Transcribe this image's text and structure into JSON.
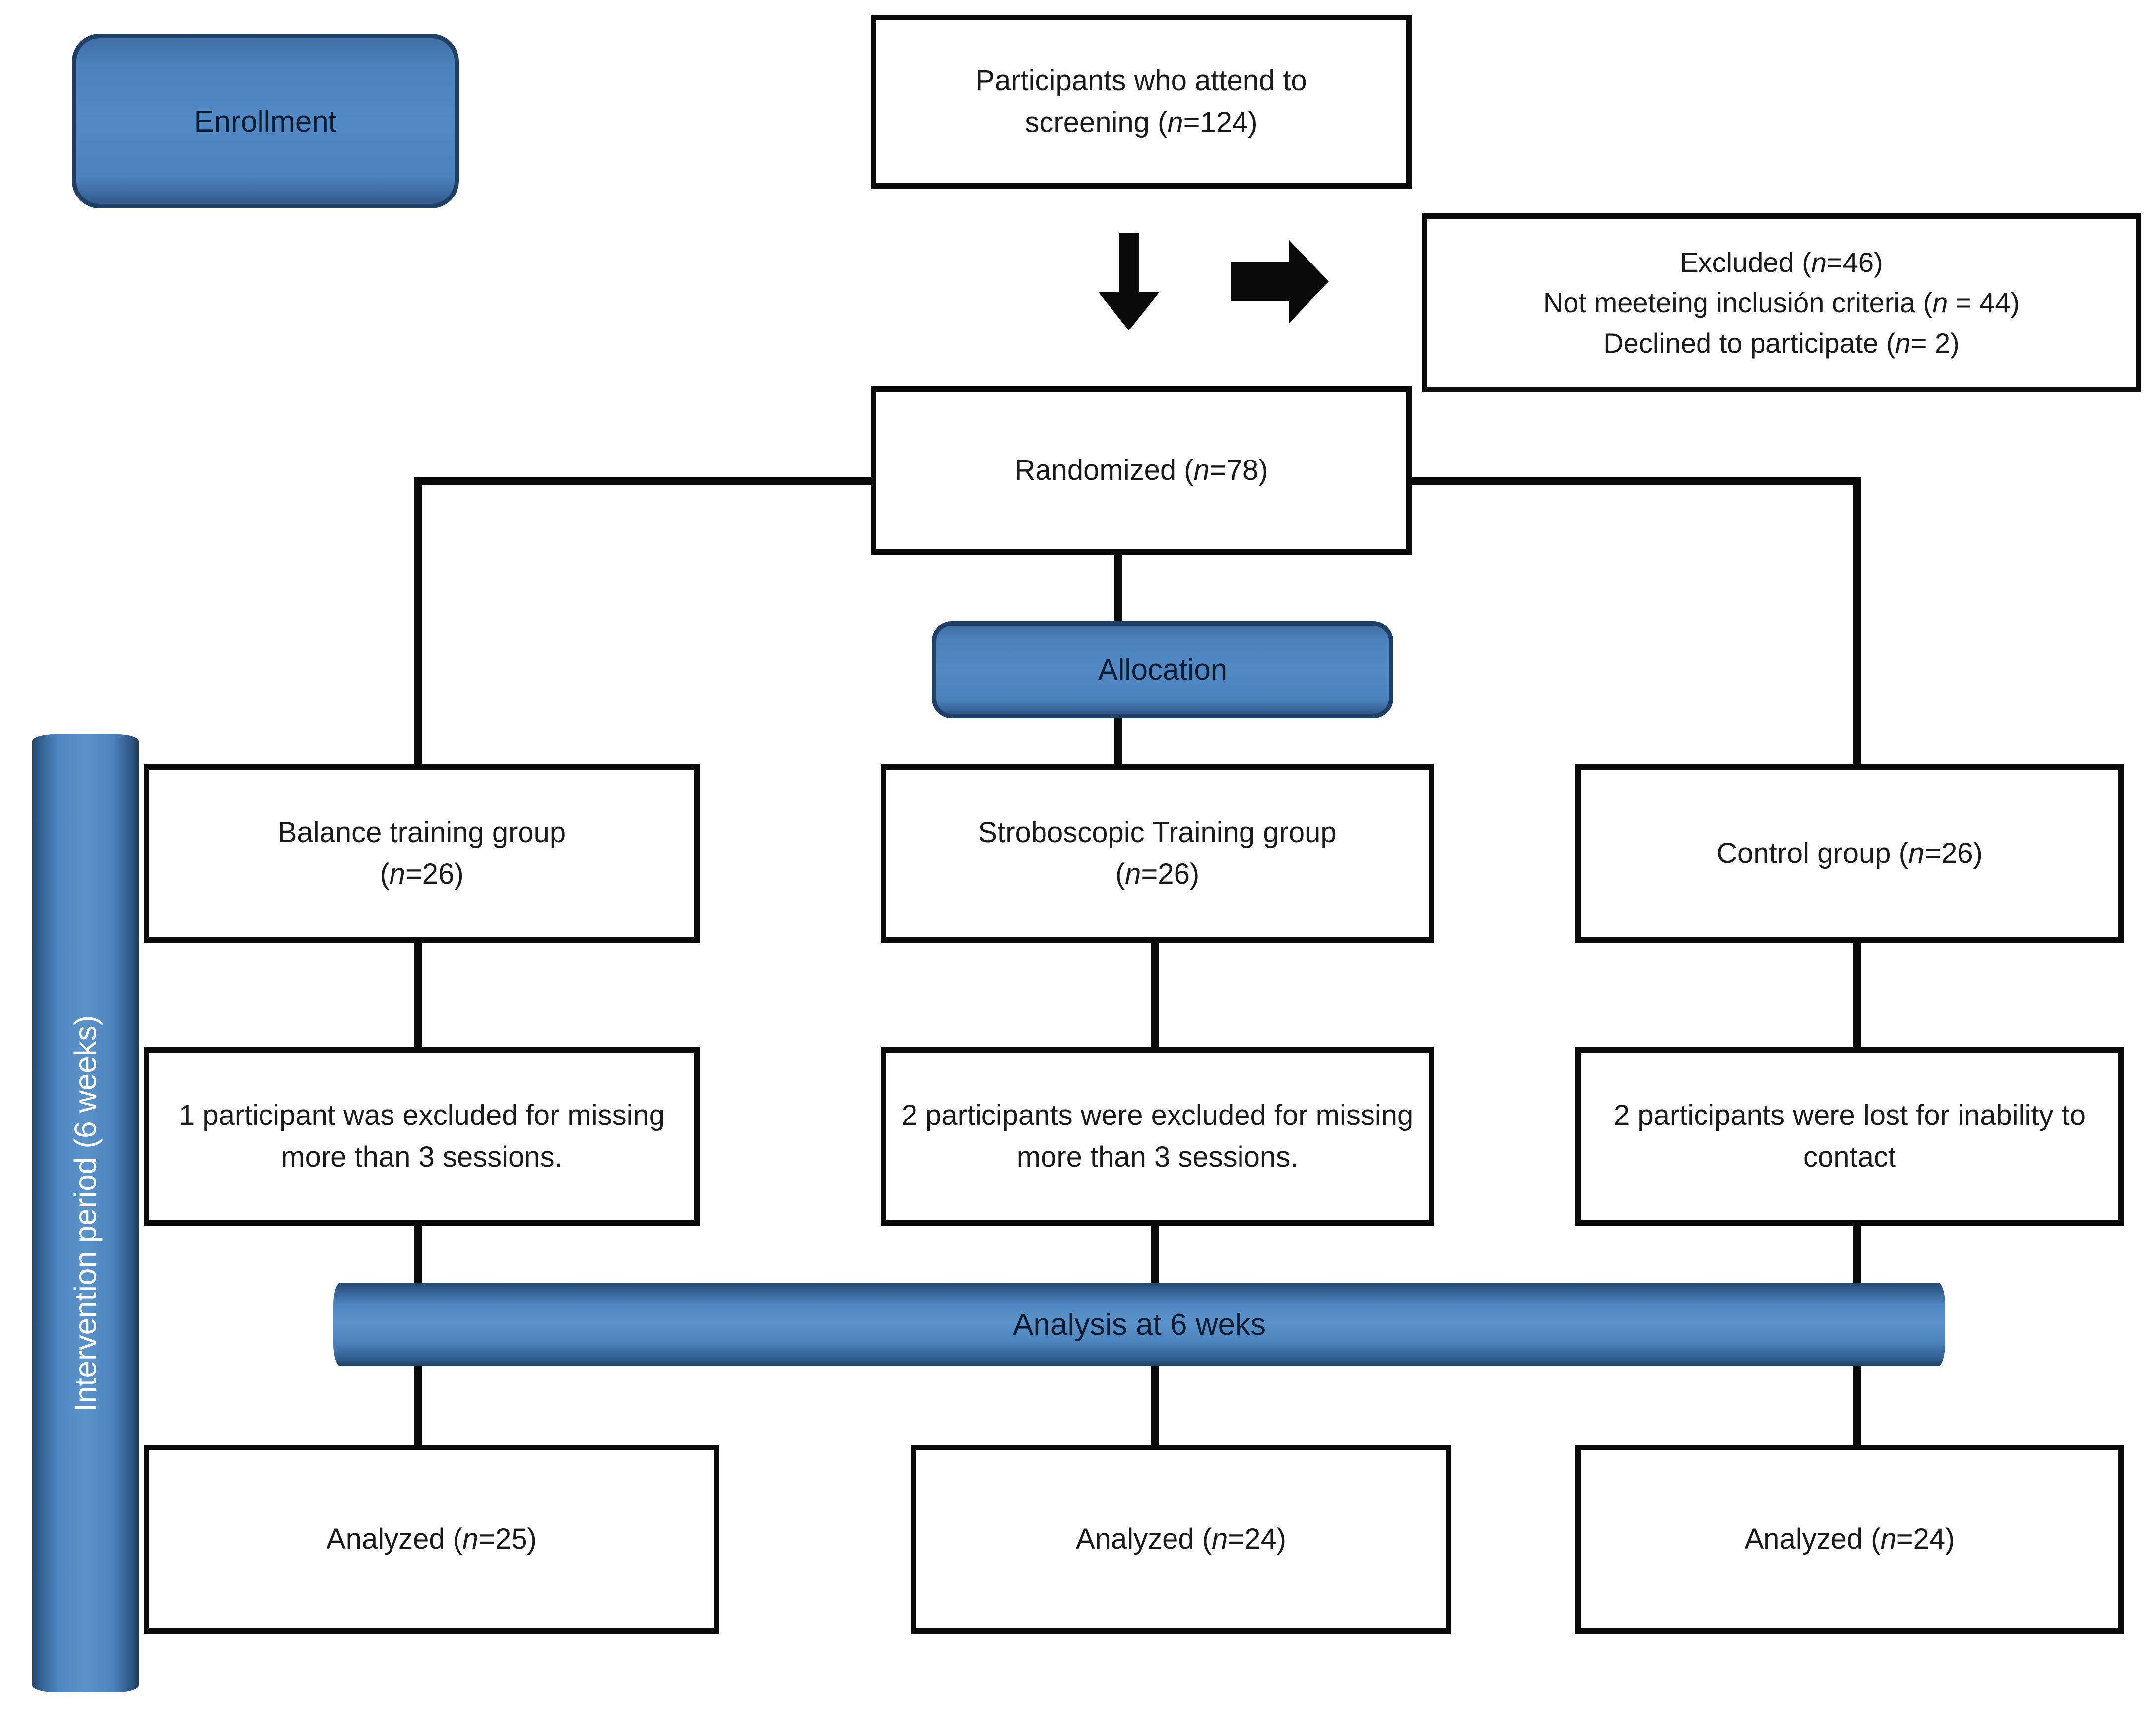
{
  "diagram": {
    "title": "CONSORT participant flow diagram",
    "colors": {
      "badge_fill": "#4a82bd",
      "badge_border": "#1f3f66",
      "box_border": "#0a0a0a",
      "box_fill": "#ffffff",
      "badge_text": "#0d1b2e",
      "bar_text_white": "#ffffff"
    }
  },
  "stages": {
    "enrollment_label": "Enrollment",
    "allocation_label": "Allocation",
    "analysis_label": "Analysis at 6 weks",
    "intervention_label": "Intervention period (6 weeks)"
  },
  "boxes": {
    "screening": {
      "line1": "Participants who attend to",
      "line2_pre": "screening (",
      "line2_n": "n",
      "line2_post": "=124)"
    },
    "excluded": {
      "line1_pre": "Excluded (",
      "line1_n": "n",
      "line1_post": "=46)",
      "line2_pre": "Not meeteing  inclusión criteria (",
      "line2_n": "n",
      "line2_post": " = 44)",
      "line3_pre": "Declined to participate (",
      "line3_n": "n",
      "line3_post": "= 2)"
    },
    "randomized": {
      "pre": "Randomized (",
      "n": "n",
      "post": "=78)"
    },
    "group_left": {
      "line1": "Balance training group",
      "line2_pre": "(",
      "line2_n": "n",
      "line2_post": "=26)"
    },
    "group_mid": {
      "line1": "Stroboscopic Training group",
      "line2_pre": "(",
      "line2_n": "n",
      "line2_post": "=26)"
    },
    "group_right": {
      "pre": "Control group (",
      "n": "n",
      "post": "=26)"
    },
    "dropout_left": {
      "text": "1 participant was excluded for missing more than 3 sessions."
    },
    "dropout_mid": {
      "text": "2 participants were excluded for missing more than 3 sessions."
    },
    "dropout_right": {
      "text": "2 participants were lost for inability to contact"
    },
    "analyzed_left": {
      "pre": "Analyzed (",
      "n": "n",
      "post": "=25)"
    },
    "analyzed_mid": {
      "pre": "Analyzed (",
      "n": "n",
      "post": "=24)"
    },
    "analyzed_right": {
      "pre": "Analyzed (",
      "n": "n",
      "post": "=24)"
    }
  },
  "arrows": {
    "down_arrow_name": "down-arrow-icon",
    "right_arrow_name": "right-arrow-icon"
  },
  "chart_data": {
    "type": "table",
    "title": "CONSORT flow: stroboscopic vs balance training randomised trial",
    "nodes": [
      {
        "stage": "Enrollment",
        "label": "Participants who attend to screening",
        "n": 124
      },
      {
        "stage": "Enrollment",
        "label": "Excluded",
        "n": 46
      },
      {
        "stage": "Enrollment",
        "label": "Not meeteing inclusión criteria",
        "n": 44
      },
      {
        "stage": "Enrollment",
        "label": "Declined to participate",
        "n": 2
      },
      {
        "stage": "Enrollment",
        "label": "Randomized",
        "n": 78
      },
      {
        "stage": "Allocation",
        "label": "Balance training group",
        "n": 26
      },
      {
        "stage": "Allocation",
        "label": "Stroboscopic Training group",
        "n": 26
      },
      {
        "stage": "Allocation",
        "label": "Control group",
        "n": 26
      },
      {
        "stage": "Intervention period (6 weeks)",
        "label": "1 participant was excluded for missing more than 3 sessions.",
        "n": 1
      },
      {
        "stage": "Intervention period (6 weeks)",
        "label": "2 participants were excluded for missing more than 3 sessions.",
        "n": 2
      },
      {
        "stage": "Intervention period (6 weeks)",
        "label": "2 participants were lost for inability to contact",
        "n": 2
      },
      {
        "stage": "Analysis at 6 weks",
        "label": "Analyzed (Balance training group)",
        "n": 25
      },
      {
        "stage": "Analysis at 6 weks",
        "label": "Analyzed (Stroboscopic Training group)",
        "n": 24
      },
      {
        "stage": "Analysis at 6 weks",
        "label": "Analyzed (Control group)",
        "n": 24
      }
    ]
  }
}
